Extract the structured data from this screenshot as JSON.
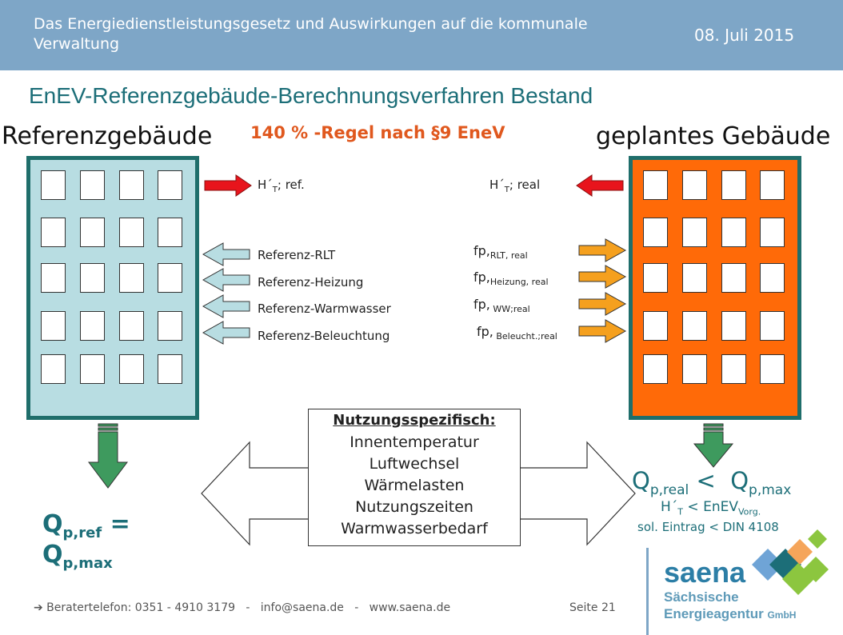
{
  "header": {
    "title": "Das Energiedienstleistungsgesetz und Auswirkungen auf die kommunale Verwaltung",
    "date": "08. Juli 2015"
  },
  "slide_title": "EnEV-Referenzgebäude-Berechnungsverfahren Bestand",
  "rule": "140 % -Regel nach §9 EneV",
  "reference_building": {
    "label": "Referenzgebäude",
    "ht_prefix": "H´",
    "ht_sub": "T",
    "ht_suffix": "; ref.",
    "inputs": [
      "Referenz-RLT",
      "Referenz-Heizung",
      "Referenz-Warmwasser",
      "Referenz-Beleuchtung"
    ]
  },
  "planned_building": {
    "label": "geplantes Gebäude",
    "ht_prefix": "H´",
    "ht_sub": "T",
    "ht_suffix": "; real",
    "inputs": [
      {
        "main": "fp,",
        "sub": "RLT, real"
      },
      {
        "main": "fp,",
        "sub": "Heizung, real"
      },
      {
        "main": "fp,",
        "sub": " WW;real"
      },
      {
        "main": "fp,",
        "sub": " Beleucht.;real"
      }
    ]
  },
  "usage_box": {
    "heading": "Nutzungsspezifisch:",
    "lines": [
      "Innentemperatur",
      "Luftwechsel",
      "Wärmelasten",
      "Nutzungszeiten",
      "Warmwasserbedarf"
    ]
  },
  "result_left": {
    "q1_main": "Q",
    "q1_sub": "p,ref",
    "q1_eq": " =",
    "q2_main": "Q",
    "q2_sub": "p,max"
  },
  "result_right": {
    "q_left_main": "Q",
    "q_left_sub": "p,real",
    "op": " <  ",
    "q_right_main": "Q",
    "q_right_sub": "p,max",
    "ht_prefix": "H´",
    "ht_sub": "T",
    "ht_mid": " < EnEV",
    "ht_sub2": "Vorg.",
    "sol": "sol. Eintrag < DIN 4108"
  },
  "footer": {
    "text": "➔ Beratertelefon: 0351 - 4910 3179   -   info@saena.de   -   www.saena.de",
    "page": "Seite 21"
  },
  "logo": {
    "word": "saena",
    "line1": "Sächsische",
    "line2": "Energieagentur",
    "gmbh": "GmbH"
  },
  "colors": {
    "header": "#7ea6c7",
    "teal": "#1c6e78",
    "orange_rule": "#e0581e",
    "ref_building": "#b8dde2",
    "plan_building": "#ff6a08",
    "red_arrow": "#e8141c",
    "orange_arrow": "#f5a01e",
    "light_arrow": "#b8dde2",
    "green_arrow": "#3e9a5e"
  }
}
